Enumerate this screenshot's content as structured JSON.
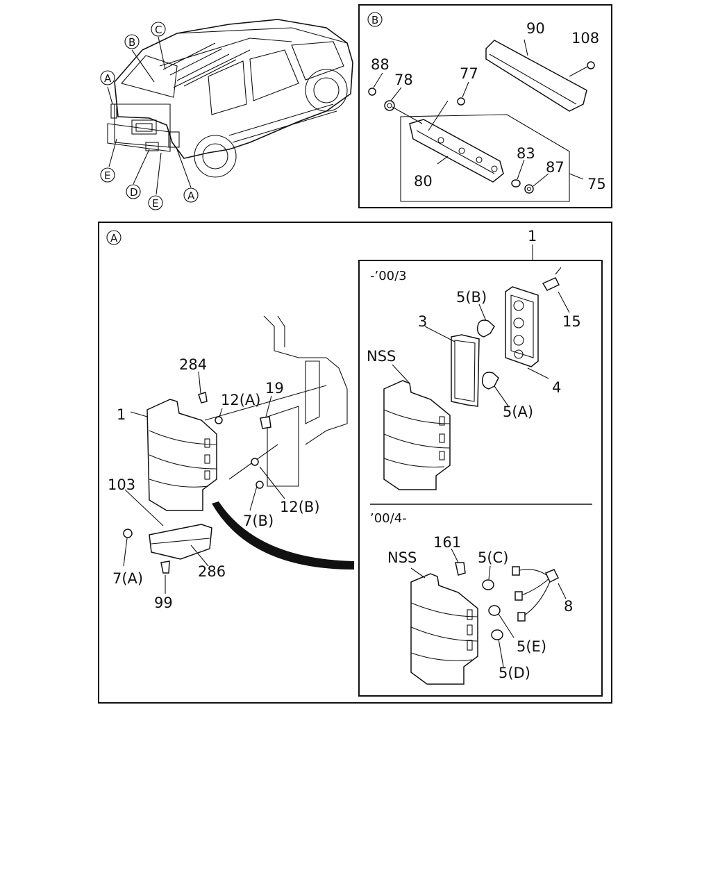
{
  "labels": {
    "callout_a": "A",
    "callout_b": "B",
    "callout_c": "C",
    "callout_d": "D",
    "callout_e": "E",
    "p90": "90",
    "p108": "108",
    "p88": "88",
    "p78": "78",
    "p77": "77",
    "p83": "83",
    "p87": "87",
    "p80": "80",
    "p75": "75",
    "p1_top": "1",
    "p1_left": "1",
    "v_early": "-’00/3",
    "v_late": "’00/4-",
    "p5b": "5(B)",
    "p3": "3",
    "p15": "15",
    "nss1": "NSS",
    "p4": "4",
    "p5a": "5(A)",
    "p284": "284",
    "p19": "19",
    "p12a": "12(A)",
    "p12b": "12(B)",
    "p7b": "7(B)",
    "p103": "103",
    "p7a": "7(A)",
    "p286": "286",
    "p99": "99",
    "nss2": "NSS",
    "p161": "161",
    "p5c": "5(C)",
    "p8": "8",
    "p5e": "5(E)",
    "p5d": "5(D)"
  }
}
